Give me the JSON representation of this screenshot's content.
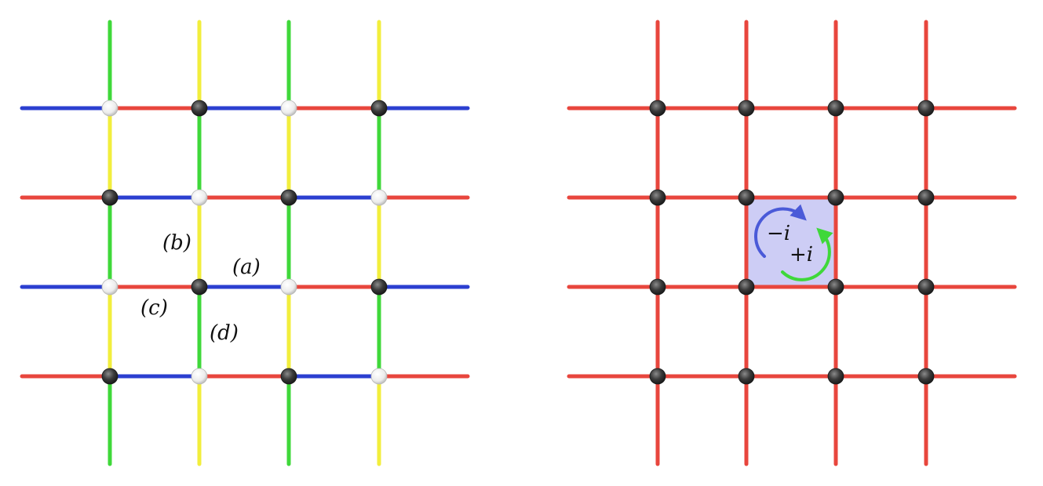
{
  "colors": {
    "red": "#e8463d",
    "blue": "#2b3fd0",
    "green": "#3fd83a",
    "yellow": "#f2ee3c",
    "black_node": "#3a3a3a",
    "white_node": "#f2f2f2",
    "plaquette_fill": "#c8c8f4",
    "arrow_blue": "#4a5ad8",
    "arrow_green": "#3fd83a"
  },
  "left_panel": {
    "horizontal_segments": [
      [
        "blue",
        "red",
        "blue",
        "red",
        "blue"
      ],
      [
        "red",
        "blue",
        "red",
        "blue",
        "red"
      ],
      [
        "blue",
        "red",
        "blue",
        "red",
        "blue"
      ],
      [
        "red",
        "blue",
        "red",
        "blue",
        "red"
      ]
    ],
    "vertical_segments": [
      [
        "green",
        "yellow",
        "green",
        "yellow",
        "green"
      ],
      [
        "yellow",
        "green",
        "yellow",
        "green",
        "yellow"
      ],
      [
        "green",
        "yellow",
        "green",
        "yellow",
        "green"
      ],
      [
        "yellow",
        "green",
        "yellow",
        "green",
        "yellow"
      ]
    ],
    "node_types": [
      [
        "white",
        "black",
        "white",
        "black"
      ],
      [
        "black",
        "white",
        "black",
        "white"
      ],
      [
        "white",
        "black",
        "white",
        "black"
      ],
      [
        "black",
        "white",
        "black",
        "white"
      ]
    ],
    "labels": {
      "a": "(a)",
      "b": "(b)",
      "c": "(c)",
      "d": "(d)"
    }
  },
  "right_panel": {
    "edge_color": "red",
    "node_type": "black",
    "labels": {
      "minus_i": "−i",
      "plus_i": "+i"
    }
  }
}
